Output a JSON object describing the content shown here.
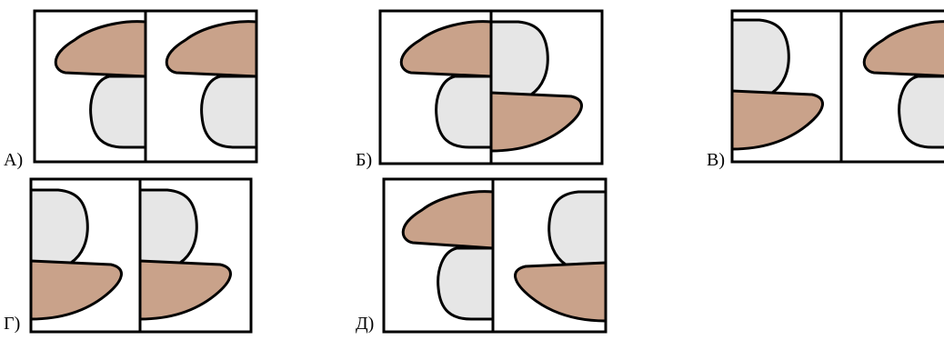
{
  "colors": {
    "cap": "#c9a28a",
    "stem": "#e6e6e6",
    "outline": "#000000",
    "background": "#ffffff"
  },
  "options": [
    {
      "id": "A",
      "label": "А)",
      "left_panel": "cap-stem",
      "right_panel": "cap-stem"
    },
    {
      "id": "B",
      "label": "Б)",
      "left_panel": "cap-stem",
      "right_panel": "stem-cap-mirrored"
    },
    {
      "id": "V",
      "label": "В)",
      "left_panel": "stem-cap-mirrored",
      "right_panel": "cap-stem"
    },
    {
      "id": "G",
      "label": "Г)",
      "left_panel": "stem-cap-mirrored",
      "right_panel": "stem-cap-mirrored"
    },
    {
      "id": "D",
      "label": "Д)",
      "left_panel": "cap-stem",
      "right_panel": "stem-cap-reversed"
    }
  ]
}
